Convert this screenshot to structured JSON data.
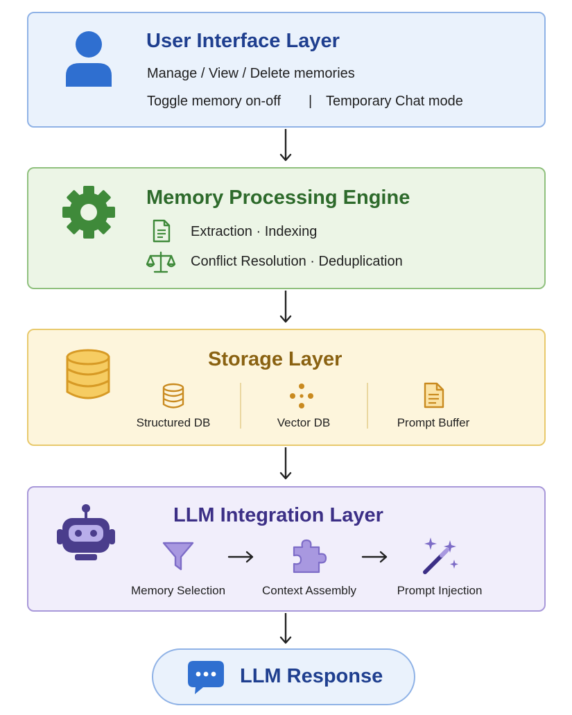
{
  "ui_layer": {
    "title": "User Interface Layer",
    "line1": "Manage / View / Delete memories",
    "line2_left": "Toggle memory on-off",
    "line2_sep": "|",
    "line2_right": "Temporary Chat mode",
    "icon": "user-icon",
    "accent": "#1f3f8f"
  },
  "engine_layer": {
    "title": "Memory Processing Engine",
    "row1": "Extraction  ·  Indexing",
    "row2": "Conflict Resolution  ·  Deduplication",
    "icons": [
      "gear-icon",
      "document-icon",
      "scales-icon"
    ],
    "accent": "#2d6a2b"
  },
  "storage_layer": {
    "title": "Storage Layer",
    "items": [
      {
        "label": "Structured DB",
        "icon": "database-icon"
      },
      {
        "label": "Vector DB",
        "icon": "vector-dots-icon"
      },
      {
        "label": "Prompt Buffer",
        "icon": "document-icon"
      }
    ],
    "accent": "#8a6212"
  },
  "llm_layer": {
    "title": "LLM Integration Layer",
    "steps": [
      {
        "label": "Memory Selection",
        "icon": "funnel-icon"
      },
      {
        "label": "Context Assembly",
        "icon": "puzzle-icon"
      },
      {
        "label": "Prompt Injection",
        "icon": "magic-wand-icon"
      }
    ],
    "accent": "#3c2f86"
  },
  "response": {
    "label": "LLM Response",
    "icon": "chat-bubble-icon",
    "accent": "#1f3f8f"
  }
}
